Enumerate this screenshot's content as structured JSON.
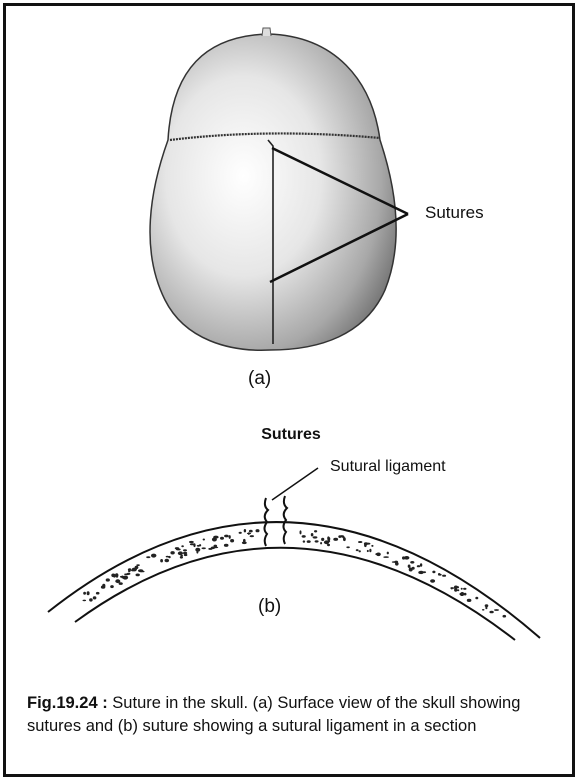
{
  "diagram": {
    "part_a": {
      "suture_label": "Sutures",
      "panel_label": "(a)"
    },
    "part_b": {
      "heading": "Sutures",
      "ligament_label": "Sutural ligament",
      "panel_label": "(b)"
    }
  },
  "caption": {
    "figure_number": "Fig.19.24 :",
    "text": "Suture in the skull. (a) Surface view of the skull showing sutures and (b) suture showing a sutural ligament in a section"
  },
  "colors": {
    "line": "#111111",
    "skull_shade": "#c8c8c8",
    "background": "#ffffff"
  }
}
